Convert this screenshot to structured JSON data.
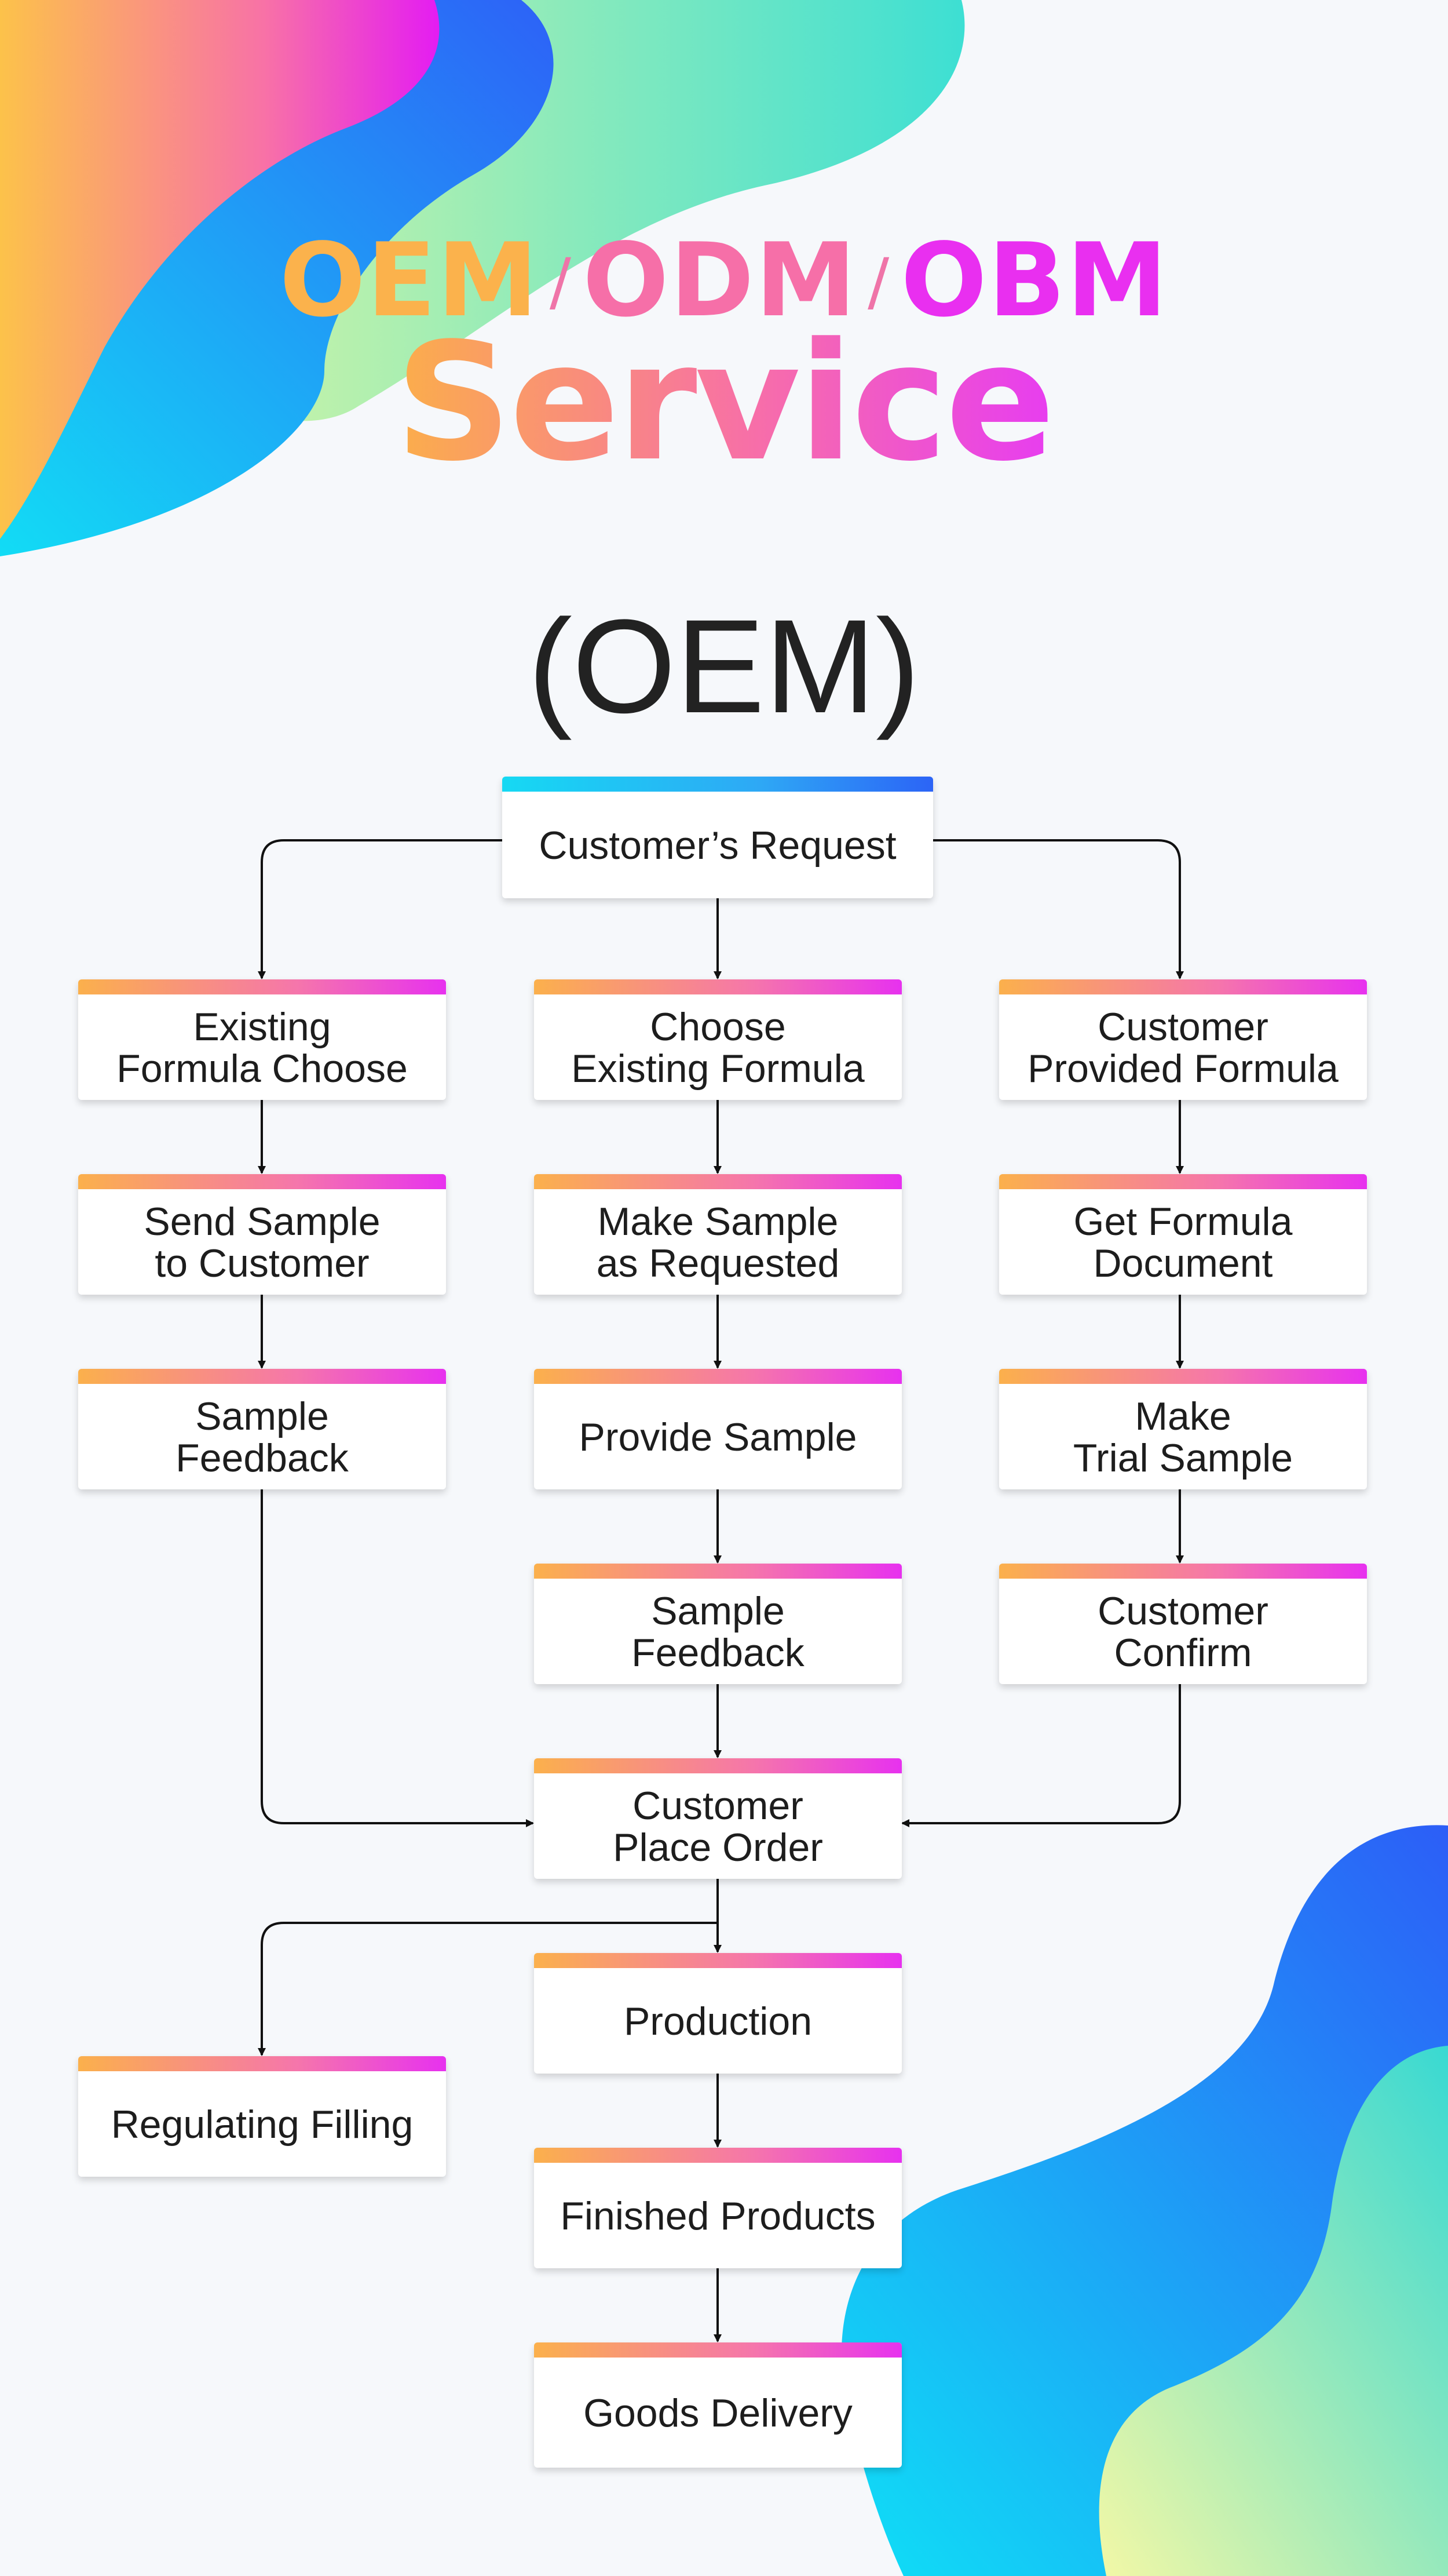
{
  "header": {
    "abbreviations": [
      "OEM",
      "ODM",
      "OBM"
    ],
    "separator": "/",
    "title": "Service"
  },
  "section_title": "(OEM)",
  "colors": {
    "accent_orange": "#fbb04c",
    "accent_pink": "#f575ac",
    "accent_magenta": "#e731ef",
    "accent_cyan": "#16d9f3",
    "accent_blue": "#2c64f6",
    "accent_mint": "#9af0b0"
  },
  "flow": {
    "nodes": {
      "request": "Customer’s Request",
      "existing_choose": "Existing\nFormula Choose",
      "choose_existing": "Choose\nExisting Formula",
      "customer_provided": "Customer\nProvided Formula",
      "send_sample": "Send Sample\nto Customer",
      "make_sample": "Make Sample\nas Requested",
      "get_document": "Get Formula\nDocument",
      "sample_feedback_left": "Sample\nFeedback",
      "provide_sample": "Provide Sample",
      "make_trial": "Make\nTrial Sample",
      "sample_feedback_mid": "Sample\nFeedback",
      "customer_confirm": "Customer\nConfirm",
      "place_order": "Customer\nPlace Order",
      "production": "Production",
      "regulating": "Regulating Filling",
      "finished": "Finished Products",
      "delivery": "Goods Delivery"
    }
  }
}
